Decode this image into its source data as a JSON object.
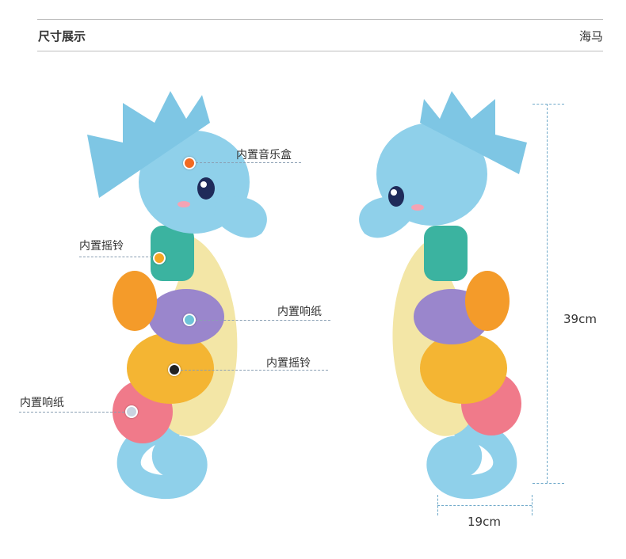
{
  "header": {
    "title": "尺寸展示",
    "product_name": "海马"
  },
  "callouts": [
    {
      "label": "内置音乐盒",
      "dot_color": "#f26a21"
    },
    {
      "label": "内置摇铃",
      "dot_color": "#f5a623"
    },
    {
      "label": "内置响纸",
      "dot_color": "#6fc3d8"
    },
    {
      "label": "内置摇铃",
      "dot_color": "#222222"
    },
    {
      "label": "内置响纸",
      "dot_color": "#c9d3e0"
    }
  ],
  "dimensions": {
    "height": "39cm",
    "width": "19cm"
  },
  "colors": {
    "rule": "#bdbdbd",
    "plush_blue": "#8fd0ea",
    "dimension_line": "#6fa9c9"
  }
}
